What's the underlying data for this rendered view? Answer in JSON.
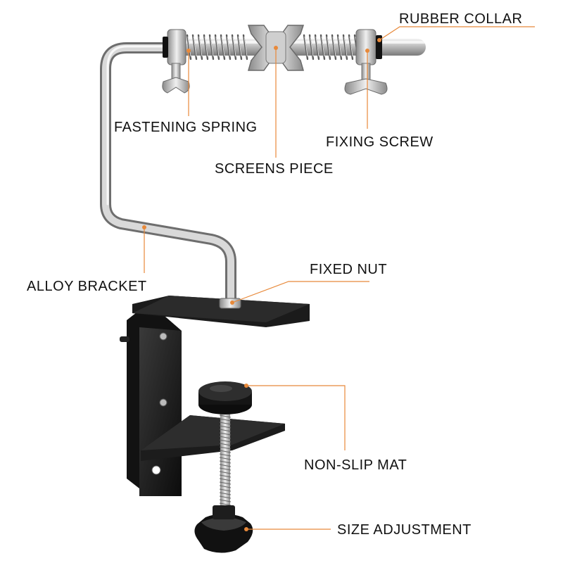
{
  "labels": {
    "rubber_collar": "RUBBER COLLAR",
    "fastening_spring": "FASTENING SPRING",
    "fixing_screw": "FIXING SCREW",
    "screens_piece": "SCREENS PIECE",
    "alloy_bracket": "ALLOY BRACKET",
    "fixed_nut": "FIXED NUT",
    "non_slip_mat": "NON-SLIP MAT",
    "size_adjustment": "SIZE ADJUSTMENT"
  },
  "colors": {
    "leader_line": "#e8893a",
    "metal": "#c9c9c9",
    "clamp": "#1a1a1a",
    "label_text": "#111111"
  }
}
